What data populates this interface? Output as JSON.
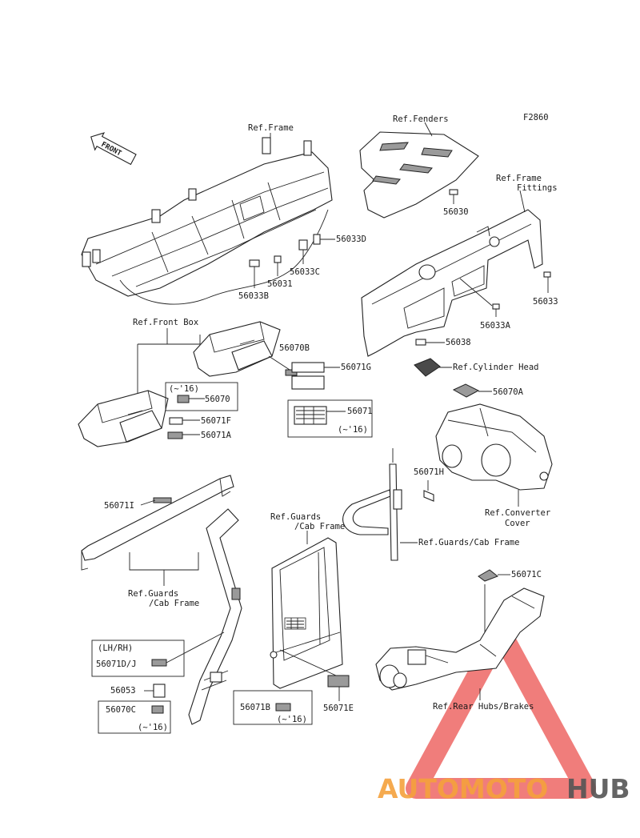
{
  "figure_code": "F2860",
  "front_arrow": "FRONT",
  "labels": {
    "ref_frame": "Ref.Frame",
    "ref_fenders": "Ref.Fenders",
    "ref_frame_fittings_1": "Ref.Frame",
    "ref_frame_fittings_2": "Fittings",
    "ref_front_box": "Ref.Front Box",
    "ref_cylinder_head": "Ref.Cylinder Head",
    "ref_converter_cover_1": "Ref.Converter",
    "ref_converter_cover_2": "Cover",
    "ref_guards_cab_frame_a1": "Ref.Guards",
    "ref_guards_cab_frame_a2": "/Cab Frame",
    "ref_guards_cab_frame_b1": "Ref.Guards",
    "ref_guards_cab_frame_b2": "/Cab Frame",
    "ref_guards_cab_frame_c": "Ref.Guards/Cab Frame",
    "ref_rear_hubs_brakes": "Ref.Rear Hubs/Brakes"
  },
  "parts": {
    "p56033D": "56033D",
    "p56031": "56031",
    "p56033C": "56033C",
    "p56033B": "56033B",
    "p56030": "56030",
    "p56033": "56033",
    "p56033A": "56033A",
    "p56038": "56038",
    "p56070B": "56070B",
    "p56071G": "56071G",
    "p56070": "56070",
    "p56071F": "56071F",
    "p56071A": "56071A",
    "p56071": "56071",
    "p56070A": "56070A",
    "p56071H": "56071H",
    "p56071I": "56071I",
    "p56071C": "56071C",
    "p56071D_J": "56071D/J",
    "p56053": "56053",
    "p56070C": "56070C",
    "p56071B": "56071B",
    "p56071E": "56071E"
  },
  "notes": {
    "until16_a": "(~'16)",
    "until16_b": "(~'16)",
    "until16_c": "(~'16)",
    "until16_d": "(~'16)",
    "lh_rh": "(LH/RH)"
  },
  "watermark": {
    "part1": "AUTOMOTO",
    "part2": "HUB",
    "color_main": "#f5a13c",
    "color_accent": "#e8413d",
    "color_dark": "#555555"
  }
}
